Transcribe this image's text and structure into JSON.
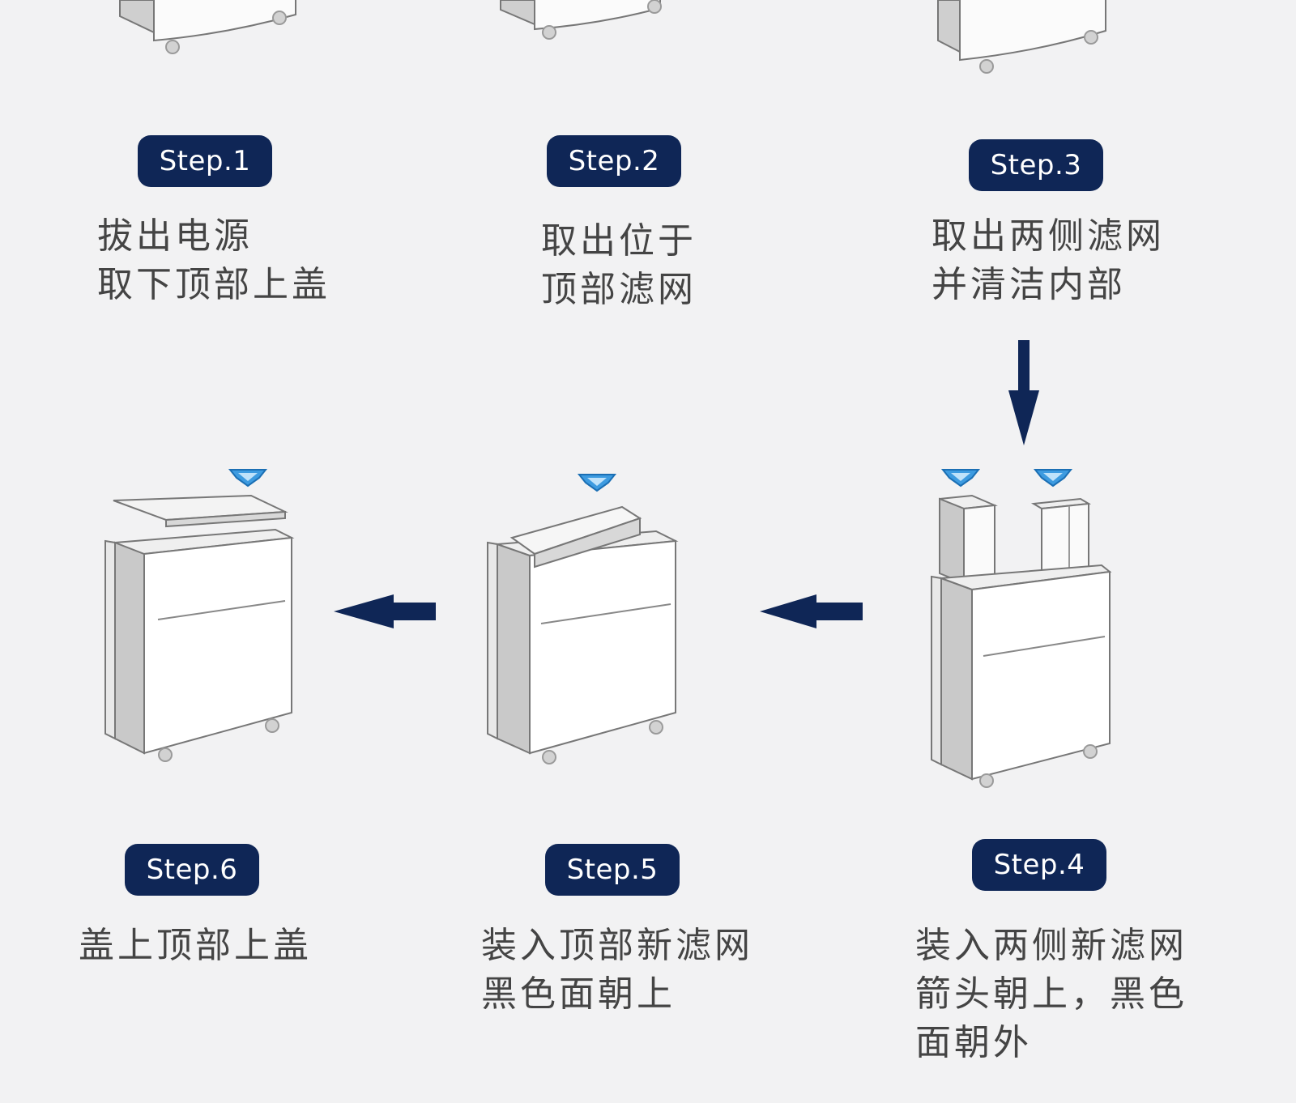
{
  "steps": [
    {
      "badge": "Step.1",
      "lines": [
        "拔出电源",
        "取下顶部上盖"
      ]
    },
    {
      "badge": "Step.2",
      "lines": [
        "取出位于",
        "顶部滤网"
      ]
    },
    {
      "badge": "Step.3",
      "lines": [
        "取出两侧滤网",
        "并清洁内部"
      ]
    },
    {
      "badge": "Step.4",
      "lines": [
        "装入两侧新滤网",
        "箭头朝上，黑色",
        "面朝外"
      ]
    },
    {
      "badge": "Step.5",
      "lines": [
        "装入顶部新滤网",
        "黑色面朝上"
      ]
    },
    {
      "badge": "Step.6",
      "lines": [
        "盖上顶部上盖"
      ]
    }
  ],
  "colors": {
    "badge": "#0f2656",
    "arrow": "#0f2656",
    "marker": "#3d9be0",
    "background": "#f2f2f3"
  },
  "icons": [
    "arrow-down-icon",
    "arrow-left-icon",
    "filter-direction-marker-icon"
  ]
}
